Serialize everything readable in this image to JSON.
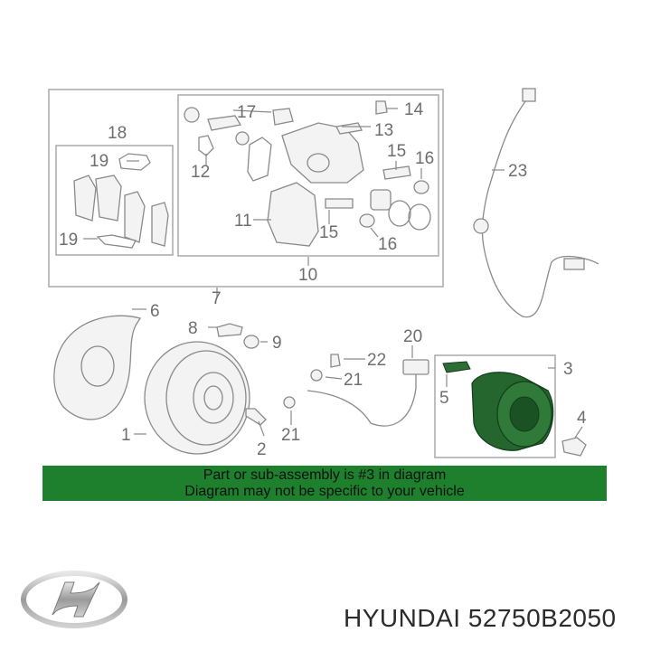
{
  "banner": {
    "line1": "Part or sub-assembly is #3 in diagram",
    "line2": "Diagram may not be specific to your vehicle"
  },
  "footer": {
    "part_number": "HYUNDAI 52750B2050",
    "logo": "hyundai-logo"
  },
  "callouts": {
    "c1": "1",
    "c2": "2",
    "c3": "3",
    "c4": "4",
    "c5": "5",
    "c6": "6",
    "c7": "7",
    "c8": "8",
    "c9": "9",
    "c10": "10",
    "c11": "11",
    "c12": "12",
    "c13": "13",
    "c14": "14",
    "c15a": "15",
    "c15b": "15",
    "c16a": "16",
    "c16b": "16",
    "c17": "17",
    "c18": "18",
    "c19a": "19",
    "c19b": "19",
    "c20": "20",
    "c21a": "21",
    "c21b": "21",
    "c22": "22",
    "c23": "23"
  },
  "colors": {
    "highlight_part": "#1e6a2a",
    "banner": "#1e7f2c",
    "line_art": "#8a8a8a"
  }
}
